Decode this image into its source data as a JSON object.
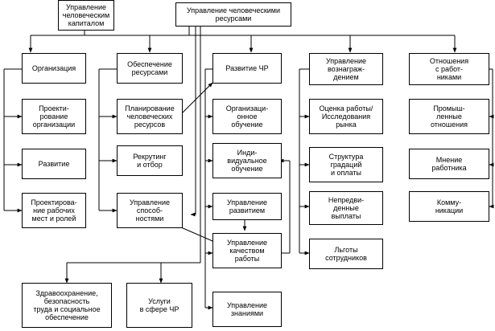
{
  "diagram": {
    "nodes": {
      "human_capital": "Управление\nчеловеческим\nкапиталом",
      "hr_management": "Управление человеческими\nресурсами",
      "organization": "Организация",
      "org_design": "Проекти-\nрование\nорганизации",
      "development": "Развитие",
      "job_design": "Проектирова-\nние рабочих\nмест и ролей",
      "resourcing": "Обеспечение\nресурсами",
      "hr_planning": "Планирование\nчеловеческих\nресурсов",
      "recruiting": "Рекрутинг\nи отбор",
      "talent_management": "Управление\nспособ-\nностями",
      "hr_development": "Развитие ЧР",
      "org_learning": "Организаци-\nонное\nобучение",
      "individual_learning": "Инди-\nвидуальное\nобучение",
      "development_management": "Управление\nразвитием",
      "performance_management": "Управление\nкачеством\nработы",
      "reward_management": "Управление\nвознаграж-\nдением",
      "job_evaluation": "Оценка работы/\nИсследования\nрынка",
      "grade_pay": "Структура\nградаций\nи оплаты",
      "contingent_pay": "Непредви-\nденные\nвыплаты",
      "benefits": "Льготы\nсотрудников",
      "employee_relations": "Отношения\nс работ-\nниками",
      "industrial_relations": "Промыш-\nленные\nотношения",
      "employee_voice": "Мнение\nработника",
      "communications": "Комму-\nникации",
      "health_safety": "Здравоохранение,\nбезопасность\nтруда и социальное\nобеспечение",
      "hr_services": "Услуги\nв сфере ЧР",
      "knowledge_management": "Управление\nзнаниями"
    }
  }
}
